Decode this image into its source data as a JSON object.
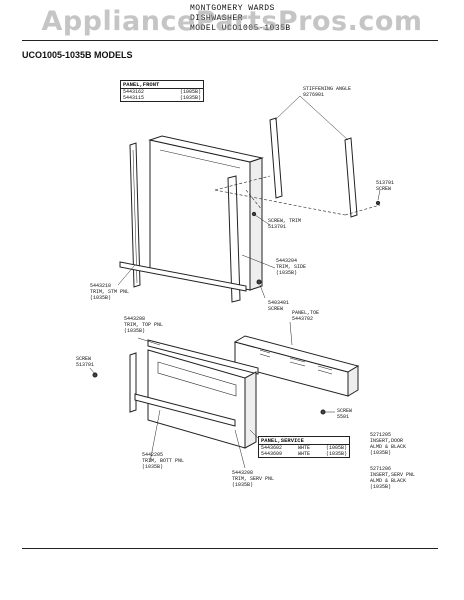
{
  "header": {
    "line1": "MONTGOMERY WARDS",
    "line2": "DISHWASHER",
    "line3": "MODEL UCO1005-1035B"
  },
  "watermark": "AppliancePartsPros.com",
  "models_title": "UCO1005-1035B MODELS",
  "panel_front": {
    "title": "PANEL,FRONT",
    "rows": [
      {
        "part": "5443162",
        "model": "(1005B)"
      },
      {
        "part": "5443115",
        "model": "(1035B)"
      }
    ]
  },
  "panel_service": {
    "title": "PANEL,SERVICE",
    "rows": [
      {
        "part": "5443602",
        "color": "WHTE",
        "model": "(1005B)"
      },
      {
        "part": "5443609",
        "color": "WHTE",
        "model": "(1035B)"
      }
    ]
  },
  "labels": {
    "stiffening_angle": [
      "STIFFENING ANGLE",
      "9276901"
    ],
    "screw_513701_right": [
      "513701",
      "SCREW"
    ],
    "screw_trim": [
      "SCREW, TRIM",
      "513701"
    ],
    "trim_side": [
      "5443204",
      "TRIM, SIDE",
      "(1035B)"
    ],
    "trim_stm_pnl": [
      "5443210",
      "TRIM, STM PNL",
      "(1035B)"
    ],
    "screw_5403401": [
      "5403401",
      "SCREW"
    ],
    "trim_top_pnl": [
      "5443208",
      "TRIM, TOP PNL",
      "(1035B)"
    ],
    "panel_toe": [
      "PANEL,TOE",
      "5443702"
    ],
    "screw_left": [
      "SCREW",
      "513701"
    ],
    "screw_lower_right": [
      "SCREW",
      "5501"
    ],
    "trim_bott_pnl": [
      "5442205",
      "TRIM, BOTT PNL",
      "(1035B)"
    ],
    "trim_serv_pnl": [
      "5443208",
      "TRIM, SERV PNL",
      "(1035B)"
    ],
    "insert_door": [
      "5271205",
      "INSERT,DOOR",
      "ALMD & BLACK",
      "(1035B)"
    ],
    "insert_serv_pnl": [
      "5271206",
      "INSERT,SERV PNL",
      "ALMD & BLACK",
      "(1035B)"
    ]
  }
}
